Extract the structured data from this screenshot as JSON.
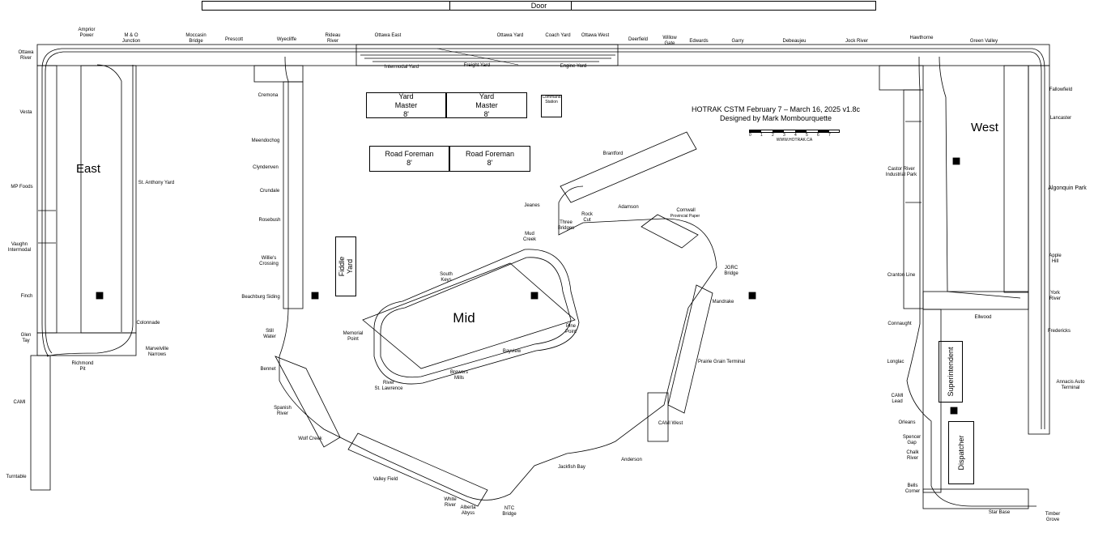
{
  "door": {
    "label": "Door"
  },
  "title": {
    "line1": "HOTRAK CSTM February 7 – March 16, 2025 v1.8c",
    "line2": "Designed by Mark Mombourquette"
  },
  "scale": {
    "ticks": [
      "0",
      "1",
      "2",
      "3",
      "4",
      "5",
      "6",
      "7",
      "8"
    ],
    "url": "WWW.HOTRAK.CA"
  },
  "regions": {
    "east": "East",
    "west": "West",
    "mid": "Mid"
  },
  "boxes": {
    "yard_master_1": "Yard\nMaster\n8'",
    "yard_master_2": "Yard\nMaster\n8'",
    "road_foreman_1": "Road Foreman\n8'",
    "road_foreman_2": "Road Foreman\n8'",
    "command_station": "Command\nStation",
    "fiddle_yard": "Fiddle\nYard",
    "superintendent": "Superintendent",
    "dispatcher": "Dispatcher"
  },
  "stations": {
    "ottawa_river": "Ottawa\nRiver",
    "amprior_power": "Amprior\nPower",
    "mo_junction": "M & O\nJunction",
    "moccasin_bridge": "Moccasin\nBridge",
    "prescott": "Prescott",
    "wyecliffe": "Wyecliffe",
    "rideau_river": "Rideau\nRiver",
    "ottawa_east": "Ottawa East",
    "ottawa_yard": "Ottawa Yard",
    "coach_yard": "Coach Yard",
    "ottawa_west": "Ottawa West",
    "intermodal_yard": "Intermodal Yard",
    "freight_yard": "Freight Yard",
    "engine_yard": "Engine Yard",
    "deerfield": "Deerfield",
    "willow_gate": "Willow\nGate",
    "edwards": "Edwards",
    "garry": "Garry",
    "debeaujeu": "Debeaujeu",
    "jock_river": "Jock River",
    "hawthorne": "Hawthorne",
    "green_valley": "Green Valley",
    "vesta": "Vesta",
    "mp_foods": "MP Foods",
    "vaughn_intermodal": "Vaughn\nIntermodal",
    "finch": "Finch",
    "glen_tay": "Glen\nTay",
    "st_anthony_yard": "St. Anthony Yard",
    "colonnade": "Colonnade",
    "marvelville_narrows": "Marvelville\nNarrows",
    "richmond_pit": "Richmond\nPit",
    "cami_east": "CAMI",
    "turntable": "Turntable",
    "cremona": "Cremona",
    "meendochog": "Meendochog",
    "clyndenven": "Clyndenven",
    "crundale": "Crundale",
    "rosebush": "Rosebush",
    "willies_crossing": "Willie's\nCrossing",
    "beachburg_siding": "Beachburg Siding",
    "still_water": "Still\nWater",
    "bennet": "Bennet",
    "spanish_river": "Spanish\nRiver",
    "wolf_creek": "Wolf Creek",
    "valley_field": "Valley Field",
    "white_river": "White\nRiver",
    "alberta_abyss": "Alberta\nAbyss",
    "ntc_bridge": "NTC\nBridge",
    "jackfish_bay": "Jackfish Bay",
    "anderson": "Anderson",
    "cami_west": "CAMI West",
    "prairie_grain": "Prairie Grain Terminal",
    "mandrake": "Mandrake",
    "jgrc_bridge": "JGRC\nBridge",
    "cornwall": "Cornwall",
    "provincial_paper": "Provincial Paper",
    "adamson": "Adamson",
    "rock_cut": "Rock\nCut",
    "three_bridges": "Three\nBridges",
    "mud_creek": "Mud\nCreek",
    "jeanes": "Jeanes",
    "brantford": "Brantford",
    "south_keys": "South\nKeys",
    "memorial_point": "Memorial\nPoint",
    "river_st_lawrence": "River\nSt. Lawrence",
    "brewers_mills": "Brewers\nMills",
    "bayview": "Bayview",
    "pine_point": "Pine\nPoint",
    "fallowfield": "Fallowfield",
    "lancaster": "Lancaster",
    "algonquin_park": "Algonquin Park",
    "castor_river_ip": "Castor River\nIndustrial Park",
    "apple_hill": "Apple\nHill",
    "cranton_line": "Cranton Line",
    "york_river": "York\nRiver",
    "ellwood": "Ellwood",
    "connaught": "Connaught",
    "fredericks": "Fredericks",
    "longlac": "Longlac",
    "annacis": "Annacis Auto Terminal",
    "cami_lead": "CAMI\nLead",
    "orleans": "Orleans",
    "spencer_gap": "Spencer\nGap",
    "chalk_river": "Chalk\nRiver",
    "bells_corner": "Bells\nCorner",
    "star_base": "Star Base",
    "timber_grove": "Timber\nGrove"
  }
}
